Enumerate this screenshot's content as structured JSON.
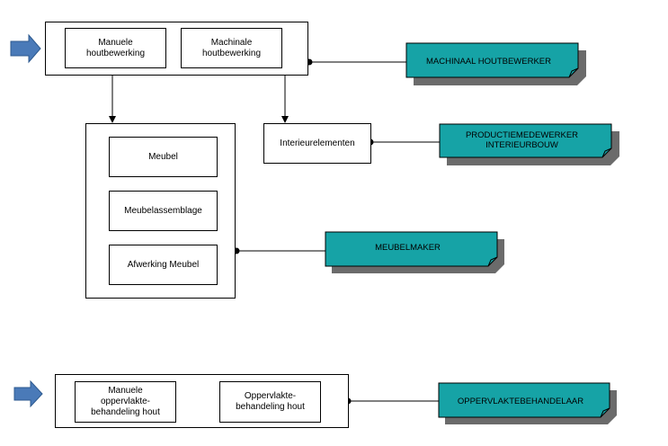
{
  "colors": {
    "role_fill": "#16a3a6",
    "role_shadow": "#6b6b6b",
    "start_arrow": "#4a7ab8"
  },
  "icons": [
    "arrow-right-icon"
  ],
  "group_top": {
    "manuele": "Manuele\nhoutbewerking",
    "machinale": "Machinale\nhoutbewerking"
  },
  "interieur": {
    "label": "Interieurelementen"
  },
  "meubel_group": {
    "meubel": "Meubel",
    "assemblage": "Meubelassemblage",
    "afwerking": "Afwerking Meubel"
  },
  "group_bottom": {
    "manuele_opp": "Manuele\noppervlakte-\nbehandeling hout",
    "opp": "Oppervlakte-\nbehandeling hout"
  },
  "roles": {
    "machinaal": "MACHINAAL HOUTBEWERKER",
    "productie": "PRODUCTIEMEDEWERKER\nINTERIEURBOUW",
    "meubelmaker": "MEUBELMAKER",
    "oppervlakte": "OPPERVLAKTEBEHANDELAAR"
  }
}
